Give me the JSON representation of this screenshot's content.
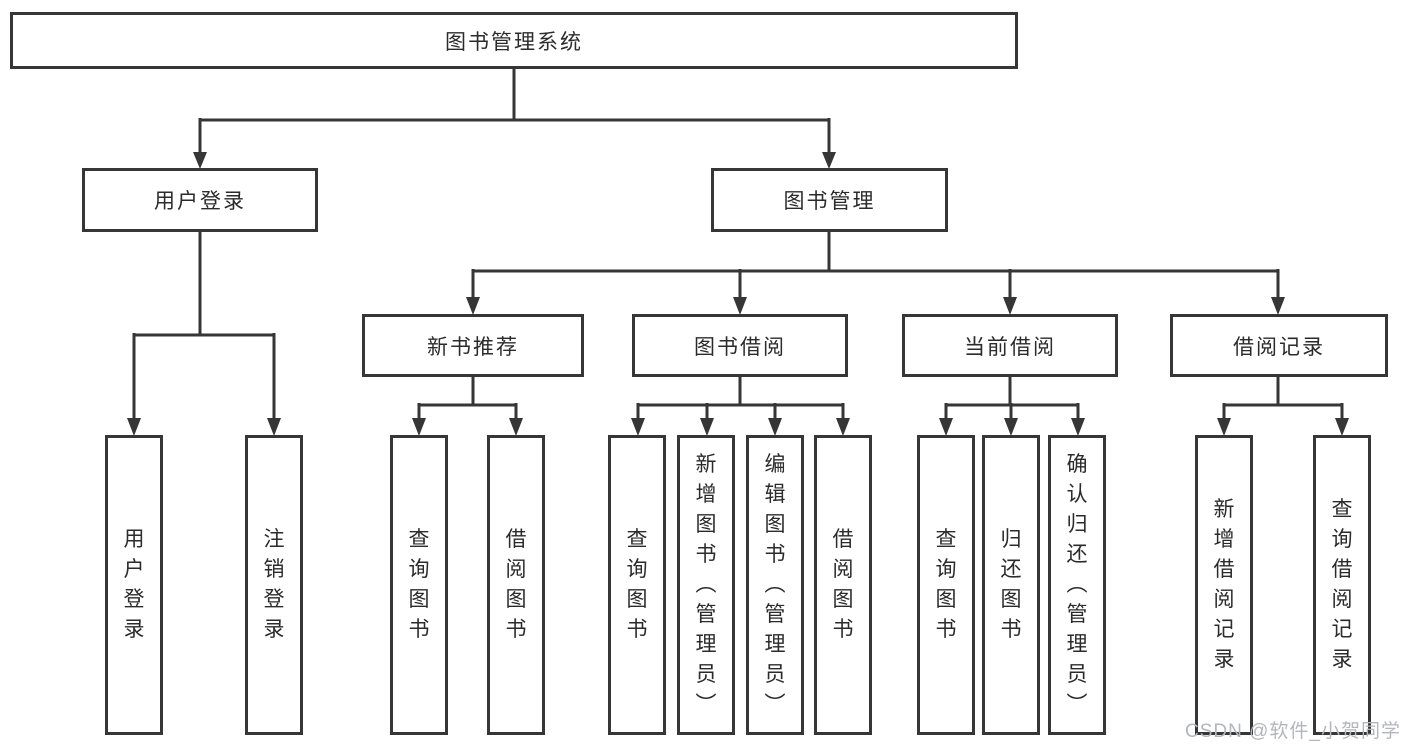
{
  "diagram": {
    "root": "图书管理系统",
    "level1": [
      "用户登录",
      "图书管理"
    ],
    "level2": [
      "新书推荐",
      "图书借阅",
      "当前借阅",
      "借阅记录"
    ],
    "leaves": {
      "user_login": [
        "用户登录",
        "注销登录"
      ],
      "new_books": [
        "查询图书",
        "借阅图书"
      ],
      "book_borrow": [
        "查询图书",
        "新增图书（管理员）",
        "编辑图书（管理员）",
        "借阅图书"
      ],
      "current_borrow": [
        "查询图书",
        "归还图书",
        "确认归还（管理员）"
      ],
      "borrow_records": [
        "新增借阅记录",
        "查询借阅记录"
      ]
    }
  },
  "watermark": "CSDN @软件_小贺同学",
  "colors": {
    "line": "#363636",
    "text": "#2b2b2b",
    "background": "#ffffff",
    "watermark": "#b3b6bd"
  }
}
